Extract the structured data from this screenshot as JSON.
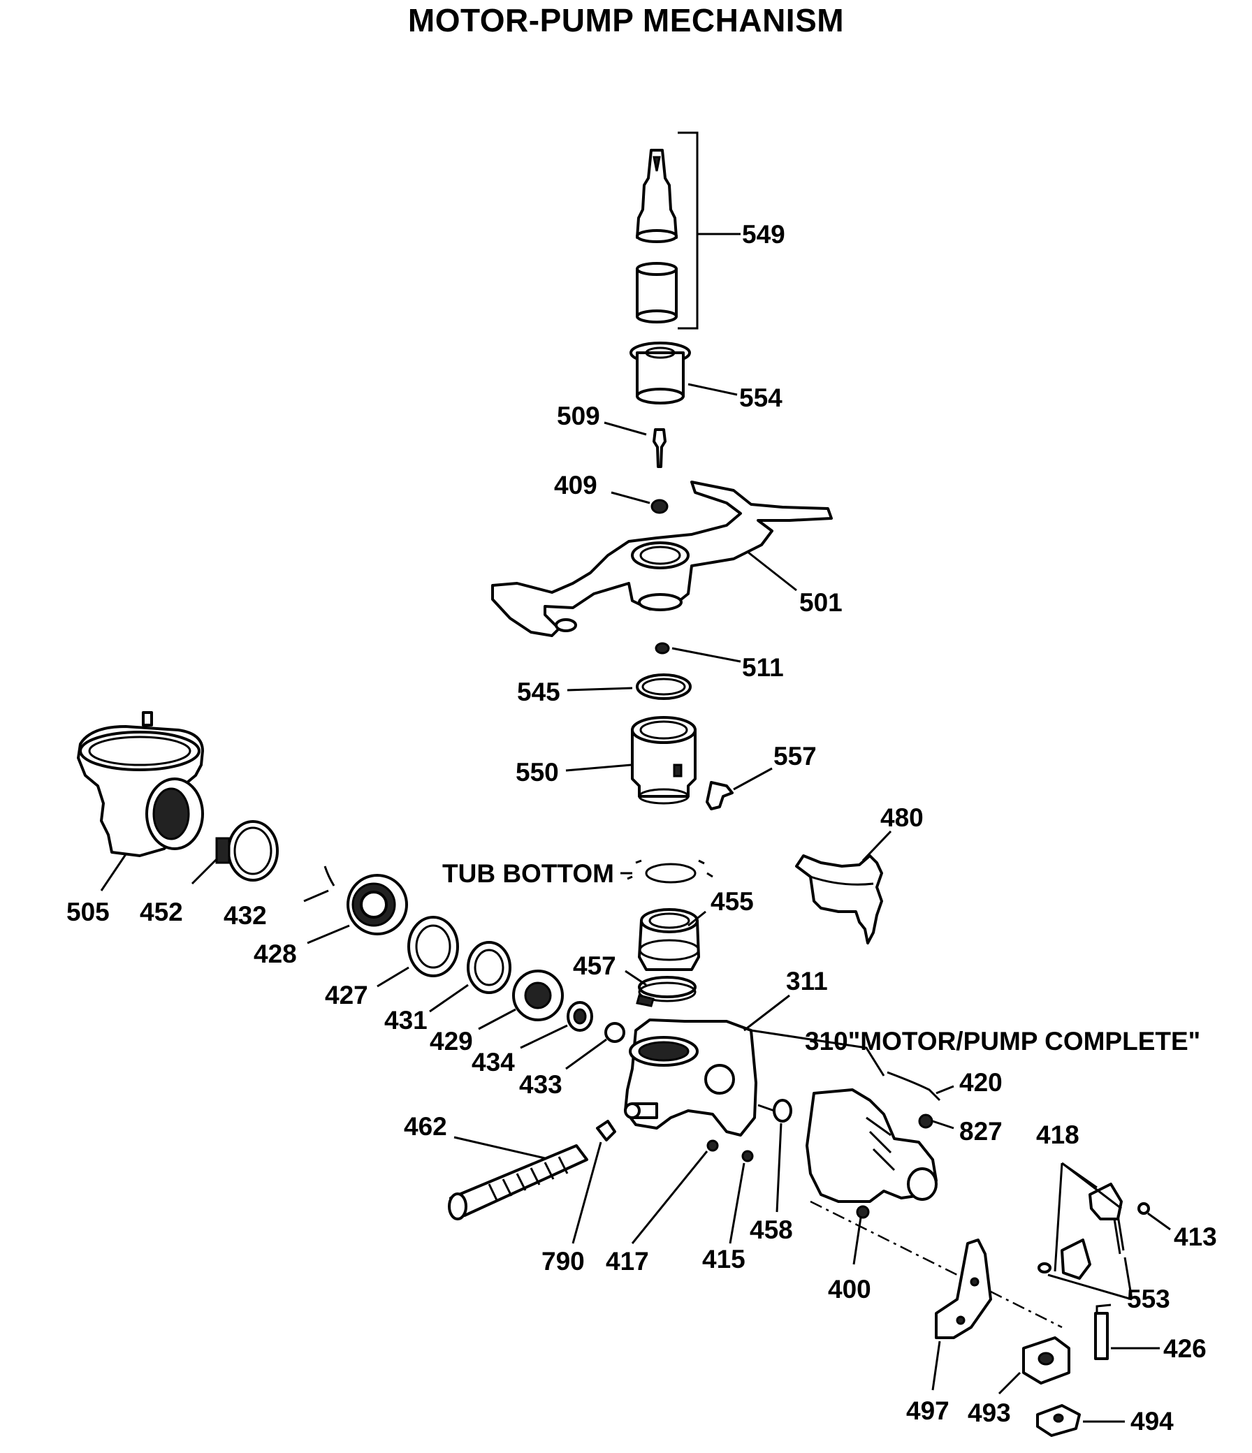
{
  "title": "MOTOR-PUMP MECHANISM",
  "callouts": {
    "c549": "549",
    "c554": "554",
    "c509": "509",
    "c409": "409",
    "c501": "501",
    "c511": "511",
    "c545": "545",
    "c550": "550",
    "c557": "557",
    "c480": "480",
    "tub_bottom": "TUB BOTTOM",
    "c455": "455",
    "c457": "457",
    "c311": "311",
    "c310": "310\"MOTOR/PUMP COMPLETE\"",
    "c505": "505",
    "c452": "452",
    "c432": "432",
    "c428": "428",
    "c427": "427",
    "c431": "431",
    "c429": "429",
    "c434": "434",
    "c433": "433",
    "c420": "420",
    "c827": "827",
    "c418": "418",
    "c413": "413",
    "c462": "462",
    "c790": "790",
    "c417": "417",
    "c415": "415",
    "c458": "458",
    "c400": "400",
    "c553": "553",
    "c426": "426",
    "c497": "497",
    "c493": "493",
    "c494": "494"
  }
}
